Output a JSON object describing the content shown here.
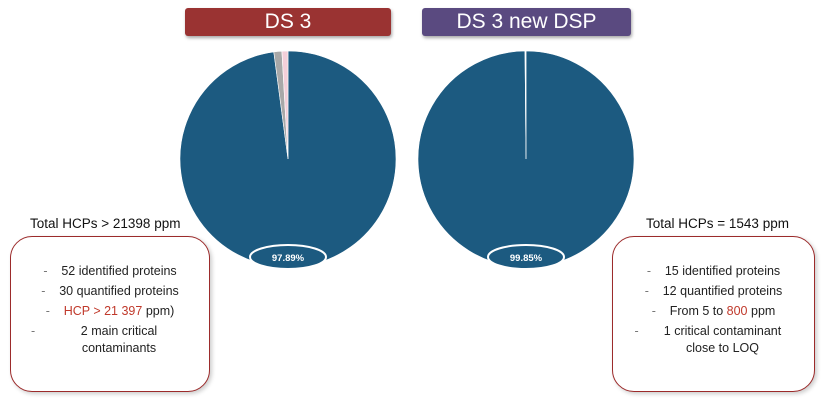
{
  "colors": {
    "pie_main": "#1c5a80",
    "pie_label_fill": "#1c5a80",
    "banner_left": "#9a3332",
    "banner_right": "#5a4a80",
    "box_border": "#9c2b2b",
    "highlight_text": "#c0392b"
  },
  "chart_data": [
    {
      "type": "pie",
      "title": "DS 3",
      "slices": [
        {
          "value": 97.89,
          "color": "#1c5a80",
          "label": "97.89%"
        },
        {
          "value": 1.2,
          "color": "#a8a8a8",
          "label": ""
        },
        {
          "value": 0.9,
          "color": "#f3cfd9",
          "label": ""
        }
      ]
    },
    {
      "type": "pie",
      "title": "DS 3 new DSP",
      "slices": [
        {
          "value": 99.85,
          "color": "#1c5a80",
          "label": "99.85%"
        },
        {
          "value": 0.15,
          "color": "#ffffff",
          "label": ""
        }
      ]
    }
  ],
  "left": {
    "total": "Total HCPs > 21398 ppm",
    "items": [
      {
        "dash": "-",
        "parts": [
          {
            "text": "52 identified proteins",
            "red": false
          }
        ]
      },
      {
        "dash": "-",
        "parts": [
          {
            "text": "30 quantified proteins",
            "red": false
          }
        ]
      },
      {
        "dash": "-",
        "parts": [
          {
            "text": "HCP > 21 397",
            "red": true
          },
          {
            "text": " ppm)",
            "red": false
          }
        ]
      },
      {
        "dash": "-",
        "parts": [
          {
            "text": "2 main critical contaminants",
            "red": false
          }
        ]
      }
    ]
  },
  "right": {
    "total": "Total HCPs = 1543 ppm",
    "items": [
      {
        "dash": "-",
        "parts": [
          {
            "text": "15 identified proteins",
            "red": false
          }
        ]
      },
      {
        "dash": "-",
        "parts": [
          {
            "text": "12 quantified proteins",
            "red": false
          }
        ]
      },
      {
        "dash": "-",
        "parts": [
          {
            "text": "From 5 to ",
            "red": false
          },
          {
            "text": "800",
            "red": true
          },
          {
            "text": " ppm",
            "red": false
          }
        ]
      },
      {
        "dash": "-",
        "parts": [
          {
            "text": "1 critical contaminant close to LOQ",
            "red": false
          }
        ]
      }
    ]
  }
}
